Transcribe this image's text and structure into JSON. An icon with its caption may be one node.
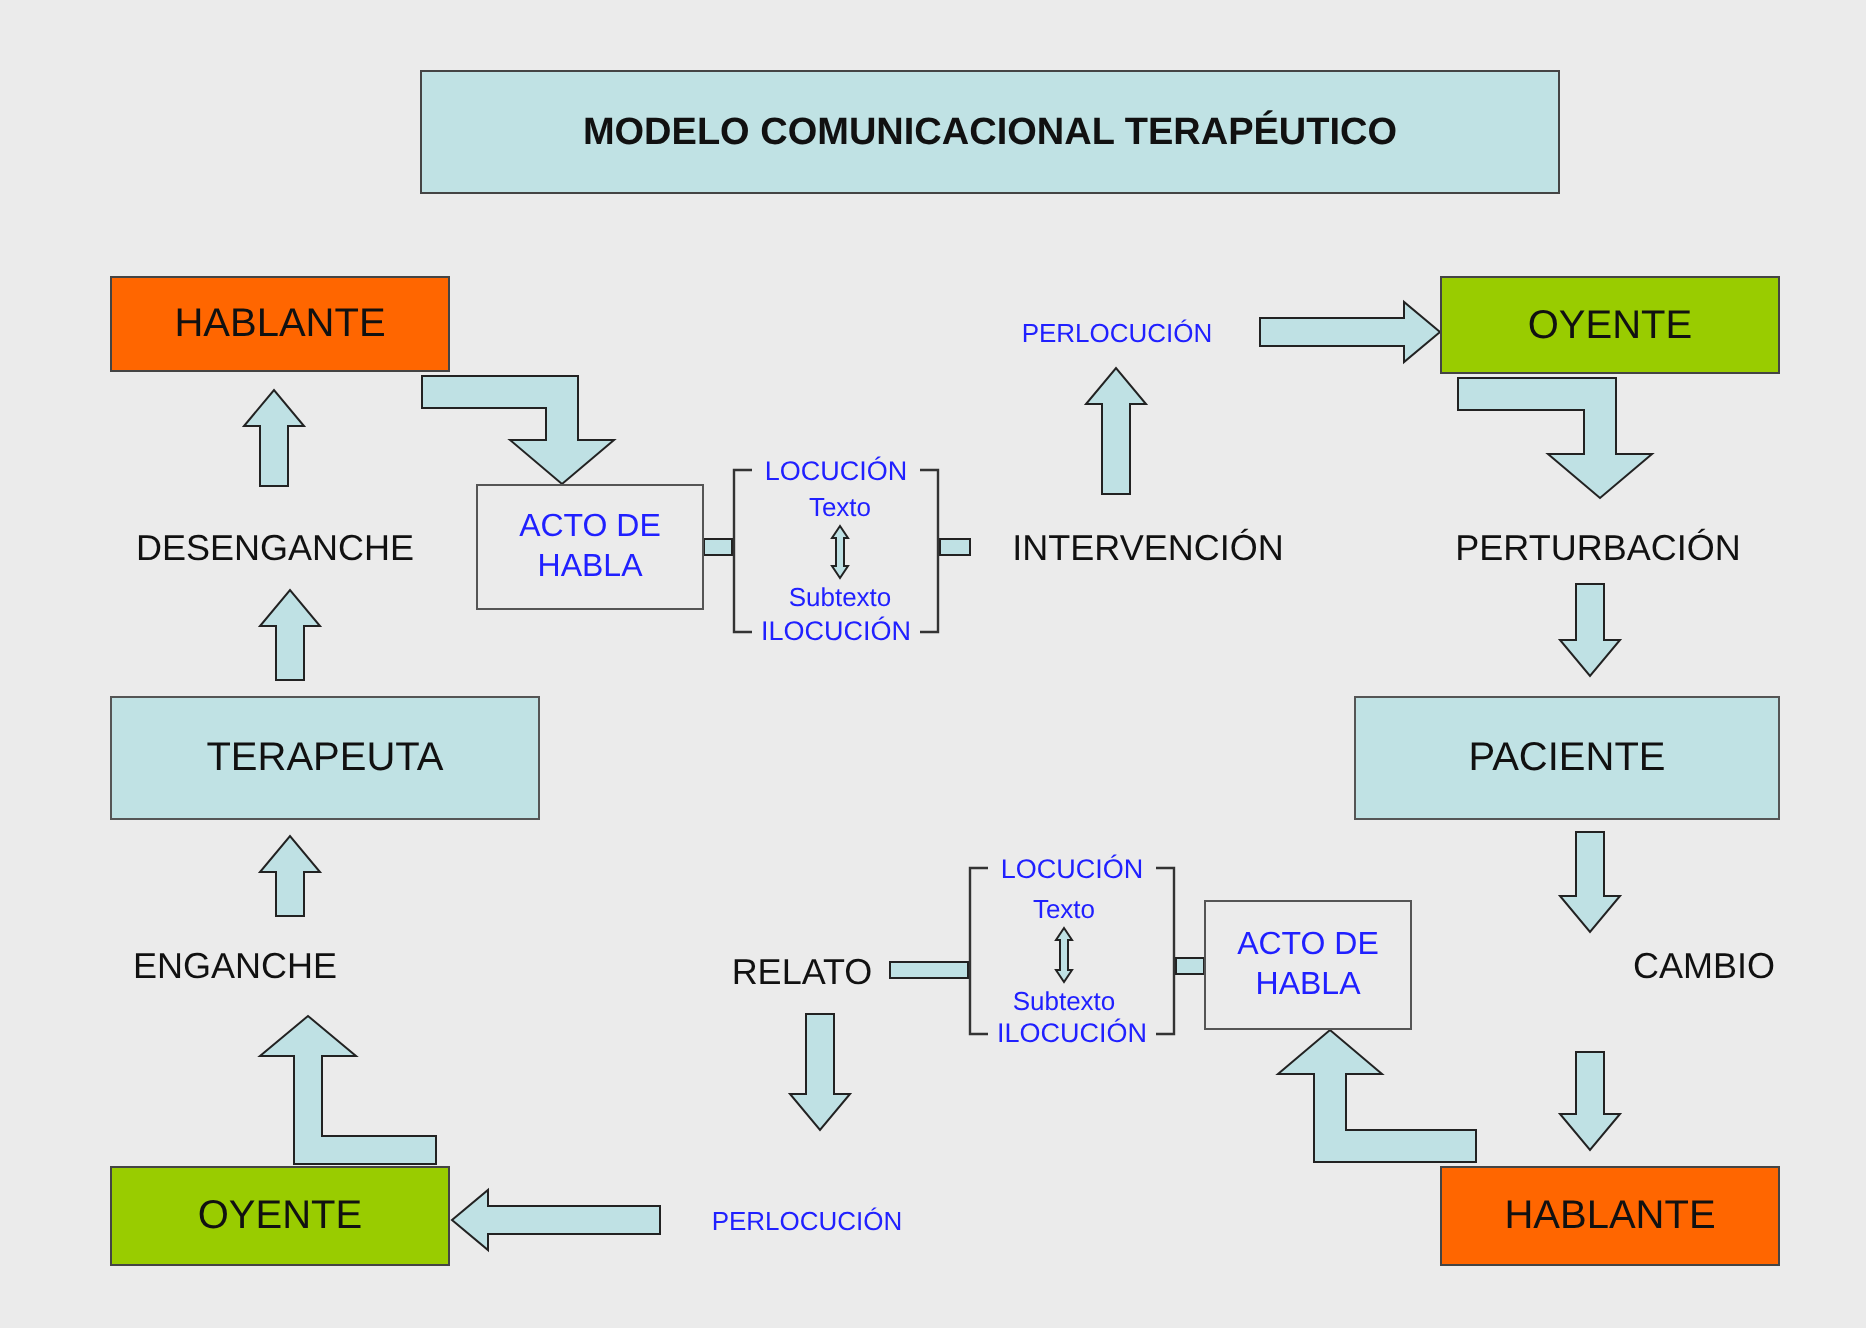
{
  "diagram": {
    "nodes": [
      {
        "text": [
          "MODELO COMUNICACIONAL TERAPÉUTICO"
        ]
      },
      {
        "text": [
          "HABLANTE"
        ]
      },
      {
        "text": [
          "DESENGANCHE"
        ]
      },
      {
        "text": [
          "TERAPEUTA"
        ]
      },
      {
        "text": [
          "ENGANCHE"
        ]
      },
      {
        "text": [
          "OYENTE"
        ]
      },
      {
        "text": [
          "ACTO DE HABLA"
        ]
      },
      {
        "text": [
          "LOCUCIÓN",
          "ILOCUCIÓN"
        ]
      },
      {
        "text": [
          "Texto"
        ],
        "in": 7
      },
      {
        "text": [
          "Subtexto"
        ],
        "in": 7
      },
      {
        "text": [
          "INTERVENCIÓN"
        ]
      },
      {
        "text": [
          "PERLOCUCIÓN"
        ]
      },
      {
        "text": [
          "OYENTE"
        ]
      },
      {
        "text": [
          "PERTURBACIÓN"
        ]
      },
      {
        "text": [
          "PACIENTE"
        ]
      },
      {
        "text": [
          "CAMBIO"
        ]
      },
      {
        "text": [
          "HABLANTE"
        ]
      },
      {
        "text": [
          "ACTO DE HABLA"
        ]
      },
      {
        "text": [
          "LOCUCIÓN",
          "ILOCUCIÓN"
        ]
      },
      {
        "text": [
          "Texto"
        ],
        "in": 18
      },
      {
        "text": [
          "Subtexto"
        ],
        "in": 18
      },
      {
        "text": [
          "RELATO"
        ]
      },
      {
        "text": [
          "PERLOCUCIÓN"
        ]
      }
    ],
    "edges": [
      {
        "from": 1,
        "to": 6,
        "arrow": "to"
      },
      {
        "from": 6,
        "to": 7,
        "arrow": "none"
      },
      {
        "from": 8,
        "to": 9,
        "arrow": "both"
      },
      {
        "from": 7,
        "to": 10,
        "arrow": "none"
      },
      {
        "from": 10,
        "to": 11,
        "arrow": "to"
      },
      {
        "from": 11,
        "to": 12,
        "arrow": "to"
      },
      {
        "from": 12,
        "to": 13,
        "arrow": "to"
      },
      {
        "from": 13,
        "to": 14,
        "arrow": "to"
      },
      {
        "from": 14,
        "to": 15,
        "arrow": "to"
      },
      {
        "from": 15,
        "to": 16,
        "arrow": "to"
      },
      {
        "from": 16,
        "to": 17,
        "arrow": "to"
      },
      {
        "from": 17,
        "to": 18,
        "arrow": "none"
      },
      {
        "from": 19,
        "to": 20,
        "arrow": "both"
      },
      {
        "from": 18,
        "to": 21,
        "arrow": "none"
      },
      {
        "from": 21,
        "to": 22,
        "arrow": "to"
      },
      {
        "from": 22,
        "to": 5,
        "arrow": "to"
      },
      {
        "from": 5,
        "to": 4,
        "arrow": "to"
      },
      {
        "from": 4,
        "to": 3,
        "arrow": "to"
      },
      {
        "from": 3,
        "to": 2,
        "arrow": "to"
      },
      {
        "from": 2,
        "to": 1,
        "arrow": "to"
      }
    ]
  }
}
